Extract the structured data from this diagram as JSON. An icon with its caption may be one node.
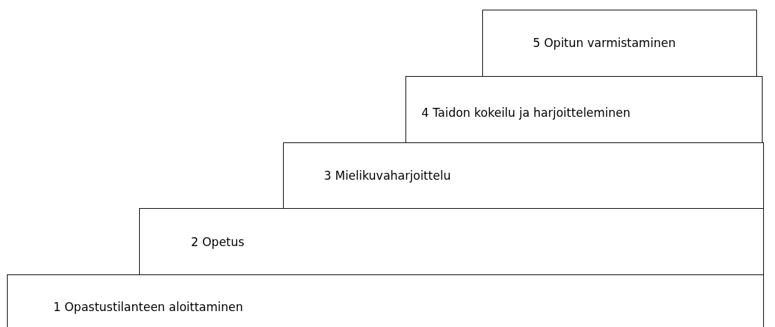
{
  "diagram": {
    "nodes": [
      {
        "text": [
          "1 Opastustilanteen aloittaminen"
        ]
      },
      {
        "text": [
          "2 Opetus"
        ]
      },
      {
        "text": [
          "3 Mielikuvaharjoittelu"
        ]
      },
      {
        "text": [
          "4 Taidon kokeilu ja harjoitteleminen"
        ]
      },
      {
        "text": [
          "5 Opitun varmistaminen"
        ]
      }
    ]
  }
}
